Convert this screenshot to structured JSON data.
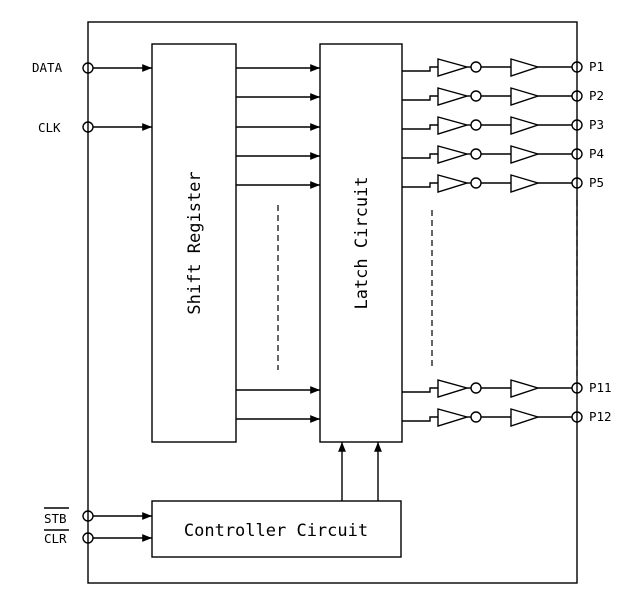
{
  "blocks": {
    "shift_register": "Shift Register",
    "latch_circuit": "Latch Circuit",
    "controller_circuit": "Controller Circuit"
  },
  "inputs": {
    "data": "DATA",
    "clk": "CLK",
    "stb": "STB",
    "clr": "CLR"
  },
  "outputs": [
    "P1",
    "P2",
    "P3",
    "P4",
    "P5",
    "P11",
    "P12"
  ]
}
